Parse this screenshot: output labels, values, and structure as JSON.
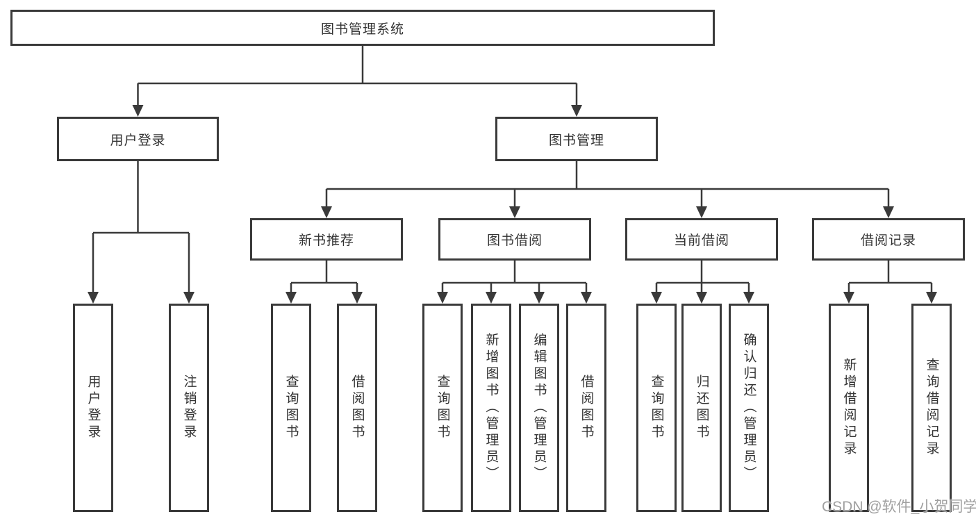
{
  "diagram_type": "function-structure-tree",
  "tree": {
    "label": "图书管理系统",
    "children": [
      {
        "label": "用户登录",
        "children": [
          {
            "label": "用户登录"
          },
          {
            "label": "注销登录"
          }
        ]
      },
      {
        "label": "图书管理",
        "children": [
          {
            "label": "新书推荐",
            "children": [
              {
                "label": "查询图书"
              },
              {
                "label": "借阅图书"
              }
            ]
          },
          {
            "label": "图书借阅",
            "children": [
              {
                "label": "查询图书"
              },
              {
                "label": "新增图书（管理员）"
              },
              {
                "label": "编辑图书（管理员）"
              },
              {
                "label": "借阅图书"
              }
            ]
          },
          {
            "label": "当前借阅",
            "children": [
              {
                "label": "查询图书"
              },
              {
                "label": "归还图书"
              },
              {
                "label": "确认归还（管理员）"
              }
            ]
          },
          {
            "label": "借阅记录",
            "children": [
              {
                "label": "新增借阅记录"
              },
              {
                "label": "查询借阅记录"
              }
            ]
          }
        ]
      }
    ]
  },
  "watermark": {
    "text": "CSDN @软件_小贺同学"
  },
  "colors": {
    "line": "#3a3a3a",
    "box_border": "#3a3a3a",
    "box_background": "#ffffff",
    "text": "#333333",
    "watermark_text": "#a0a0a0",
    "page_background": "#ffffff"
  }
}
